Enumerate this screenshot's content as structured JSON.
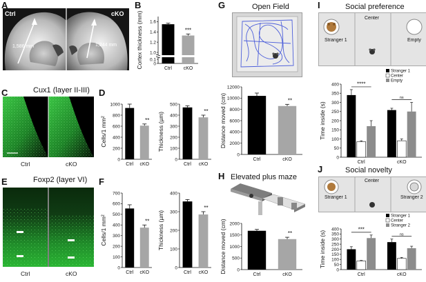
{
  "panels": {
    "A": {
      "letter": "A",
      "ctrl_label": "Ctrl",
      "cko_label": "cKO",
      "ctrl_measure": "1,586 mm",
      "cko_measure": "1,244 mm"
    },
    "B": {
      "letter": "B"
    },
    "C": {
      "letter": "C",
      "title": "Cux1 (layer II-III)",
      "left_label": "Ctrl",
      "right_label": "cKO"
    },
    "D": {
      "letter": "D"
    },
    "E": {
      "letter": "E",
      "title": "Foxp2 (layer VI)",
      "left_label": "Ctrl",
      "right_label": "cKO"
    },
    "F": {
      "letter": "F"
    },
    "G": {
      "letter": "G",
      "title": "Open Field"
    },
    "H": {
      "letter": "H",
      "title": "Elevated plus maze"
    },
    "I": {
      "letter": "I",
      "title": "Social preference",
      "left_label": "Stranger 1",
      "center_label": "Center",
      "right_label": "Empty"
    },
    "J": {
      "letter": "J",
      "title": "Social novelty",
      "left_label": "Stranger 1",
      "center_label": "Center",
      "right_label": "Stranger 2"
    }
  },
  "colors": {
    "ctrl": "#000000",
    "cko": "#a6a6a6",
    "empty": "#8c8c8c",
    "track": "#3b4fd8",
    "green": "#2fc236"
  },
  "chart_data": [
    {
      "id": "B",
      "type": "bar",
      "ylabel": "Cortex thickness (mm)",
      "categories": [
        "Ctrl",
        "cKO"
      ],
      "values": [
        1.55,
        1.33
      ],
      "errors": [
        0.02,
        0.03
      ],
      "ylim": [
        0,
        1.7
      ],
      "yticks": [
        "0",
        "0.1",
        "1.0",
        "1.2",
        "1.4",
        "1.6"
      ],
      "axis_break": true,
      "significance": "***"
    },
    {
      "id": "D1",
      "type": "bar",
      "ylabel": "Cells/1 mm²",
      "categories": [
        "Ctrl",
        "cKO"
      ],
      "values": [
        930,
        610
      ],
      "errors": [
        70,
        30
      ],
      "ylim": [
        0,
        1000
      ],
      "yticks": [
        "0",
        "200",
        "400",
        "600",
        "800",
        "1000"
      ],
      "significance": "**"
    },
    {
      "id": "D2",
      "type": "bar",
      "ylabel": "Thickness (µm)",
      "categories": [
        "Ctrl",
        "cKO"
      ],
      "values": [
        470,
        380
      ],
      "errors": [
        15,
        20
      ],
      "ylim": [
        0,
        500
      ],
      "yticks": [
        "0",
        "100",
        "200",
        "300",
        "400",
        "500"
      ],
      "significance": "**"
    },
    {
      "id": "F1",
      "type": "bar",
      "ylabel": "Cells/1 mm²",
      "categories": [
        "Ctrl",
        "cKO"
      ],
      "values": [
        555,
        375
      ],
      "errors": [
        35,
        25
      ],
      "ylim": [
        0,
        700
      ],
      "yticks": [
        "0",
        "100",
        "200",
        "300",
        "400",
        "500",
        "600",
        "700"
      ],
      "significance": "**"
    },
    {
      "id": "F2",
      "type": "bar",
      "ylabel": "Thickness (µm)",
      "categories": [
        "Ctrl",
        "cKO"
      ],
      "values": [
        355,
        285
      ],
      "errors": [
        10,
        15
      ],
      "ylim": [
        0,
        400
      ],
      "yticks": [
        "0",
        "100",
        "200",
        "300",
        "400"
      ],
      "significance": "**"
    },
    {
      "id": "G",
      "type": "bar",
      "ylabel": "Distance moved (cm)",
      "categories": [
        "Ctrl",
        "cKO"
      ],
      "values": [
        10400,
        8600
      ],
      "errors": [
        500,
        300
      ],
      "ylim": [
        0,
        12000
      ],
      "yticks": [
        "0",
        "2000",
        "4000",
        "6000",
        "8000",
        "10000",
        "12000"
      ],
      "significance": "**"
    },
    {
      "id": "H",
      "type": "bar",
      "ylabel": "Distance moved (cm)",
      "categories": [
        "Ctrl",
        "cKO"
      ],
      "values": [
        1680,
        1320
      ],
      "errors": [
        60,
        80
      ],
      "ylim": [
        0,
        2000
      ],
      "yticks": [
        "0",
        "500",
        "1000",
        "1500",
        "2000"
      ],
      "significance": "**"
    },
    {
      "id": "I",
      "type": "bar",
      "ylabel": "Time inside (s)",
      "categories": [
        "Ctrl",
        "cKO"
      ],
      "series": [
        {
          "name": "Stranger 1",
          "values": [
            340,
            258
          ],
          "errors": [
            30,
            10
          ]
        },
        {
          "name": "Center",
          "values": [
            85,
            90
          ],
          "errors": [
            5,
            10
          ]
        },
        {
          "name": "Empty",
          "values": [
            170,
            250
          ],
          "errors": [
            30,
            50
          ]
        }
      ],
      "ylim": [
        0,
        400
      ],
      "yticks": [
        "0",
        "50",
        "100",
        "150",
        "200",
        "250",
        "300",
        "350",
        "400"
      ],
      "sig_ctrl": "****",
      "sig_cko": "ns"
    },
    {
      "id": "J",
      "type": "bar",
      "ylabel": "Time inside (s)",
      "categories": [
        "Ctrl",
        "cKO"
      ],
      "series": [
        {
          "name": "Stranger 1",
          "values": [
            200,
            270
          ],
          "errors": [
            25,
            30
          ]
        },
        {
          "name": "Center",
          "values": [
            85,
            110
          ],
          "errors": [
            5,
            10
          ]
        },
        {
          "name": "Stranger 2",
          "values": [
            310,
            210
          ],
          "errors": [
            30,
            20
          ]
        }
      ],
      "ylim": [
        0,
        400
      ],
      "yticks": [
        "0",
        "50",
        "100",
        "150",
        "200",
        "250",
        "300",
        "350",
        "400"
      ],
      "sig_ctrl": "***",
      "sig_cko": "ns"
    }
  ]
}
